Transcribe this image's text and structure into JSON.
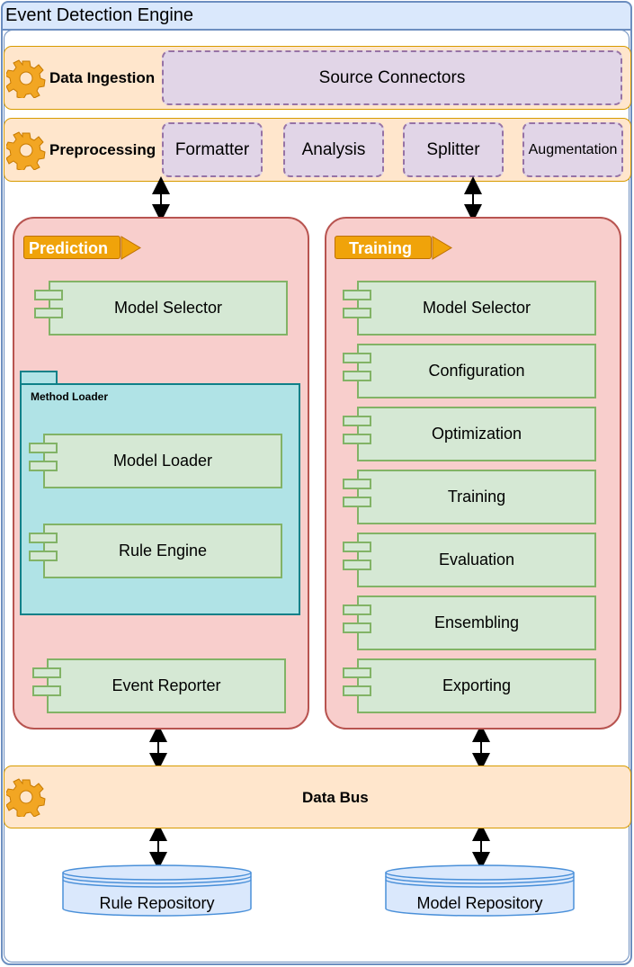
{
  "diagram": {
    "title": "Event Detection Engine",
    "data_ingestion": {
      "label": "Data Ingestion",
      "icon": "gear-icon",
      "source_connectors": "Source Connectors"
    },
    "preprocessing": {
      "label": "Preprocessing",
      "icon": "gear-icon",
      "steps": [
        "Formatter",
        "Analysis",
        "Splitter",
        "Augmentation"
      ]
    },
    "prediction": {
      "tag": "Prediction",
      "model_selector": "Model Selector",
      "method_loader": {
        "label": "Method Loader",
        "model_loader": "Model Loader",
        "rule_engine": "Rule Engine"
      },
      "event_reporter": "Event Reporter"
    },
    "training": {
      "tag": "Training",
      "components": [
        "Model Selector",
        "Configuration",
        "Optimization",
        "Training",
        "Evaluation",
        "Ensembling",
        "Exporting"
      ]
    },
    "data_bus": {
      "label": "Data Bus",
      "icon": "gear-icon"
    },
    "repositories": [
      "Rule Repository",
      "Model Repository"
    ],
    "colors": {
      "title_fill": "#dae8fc",
      "title_border": "#6c8ebf",
      "layer_fill": "#ffe6cc",
      "layer_border": "#d79b00",
      "dashed_fill": "#e1d5e7",
      "dashed_border": "#9673a6",
      "group_fill": "#f8cecc",
      "group_border": "#b85450",
      "tag_fill": "#f0a30a",
      "component_fill": "#d5e8d4",
      "component_border": "#82b366",
      "package_fill": "#b0e3e6",
      "package_border": "#0e8088",
      "repository_fill": "#dae8fc",
      "repository_border": "#4a90d9",
      "gear_color": "#f2a623"
    }
  }
}
